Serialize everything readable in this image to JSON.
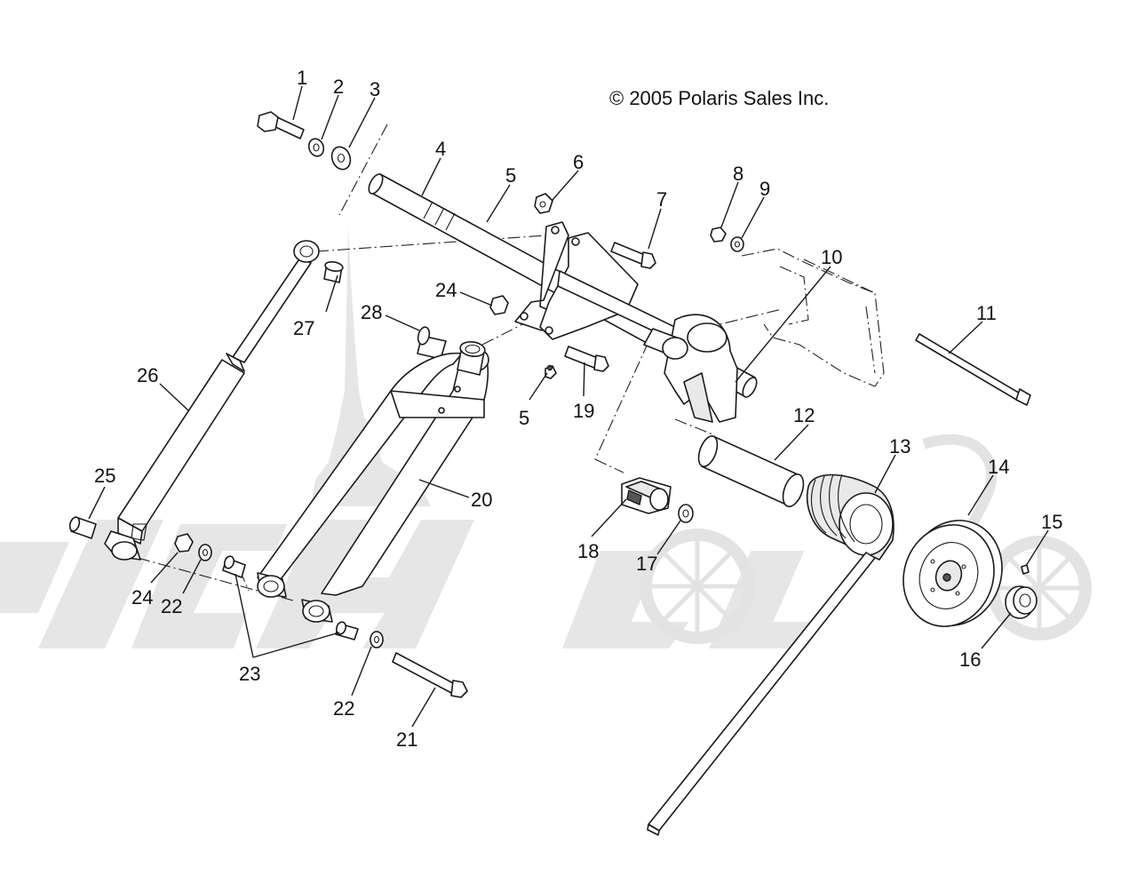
{
  "copyright": "© 2005 Polaris Sales Inc.",
  "watermark": "",
  "callouts": [
    "1",
    "2",
    "3",
    "4",
    "5",
    "6",
    "7",
    "8",
    "9",
    "10",
    "11",
    "12",
    "13",
    "14",
    "15",
    "16",
    "17",
    "18",
    "19",
    "20",
    "21",
    "22",
    "23",
    "24",
    "25",
    "26",
    "27",
    "28"
  ],
  "extra_callouts": {
    "n5b": "5",
    "n22b": "22",
    "n24b": "24"
  }
}
